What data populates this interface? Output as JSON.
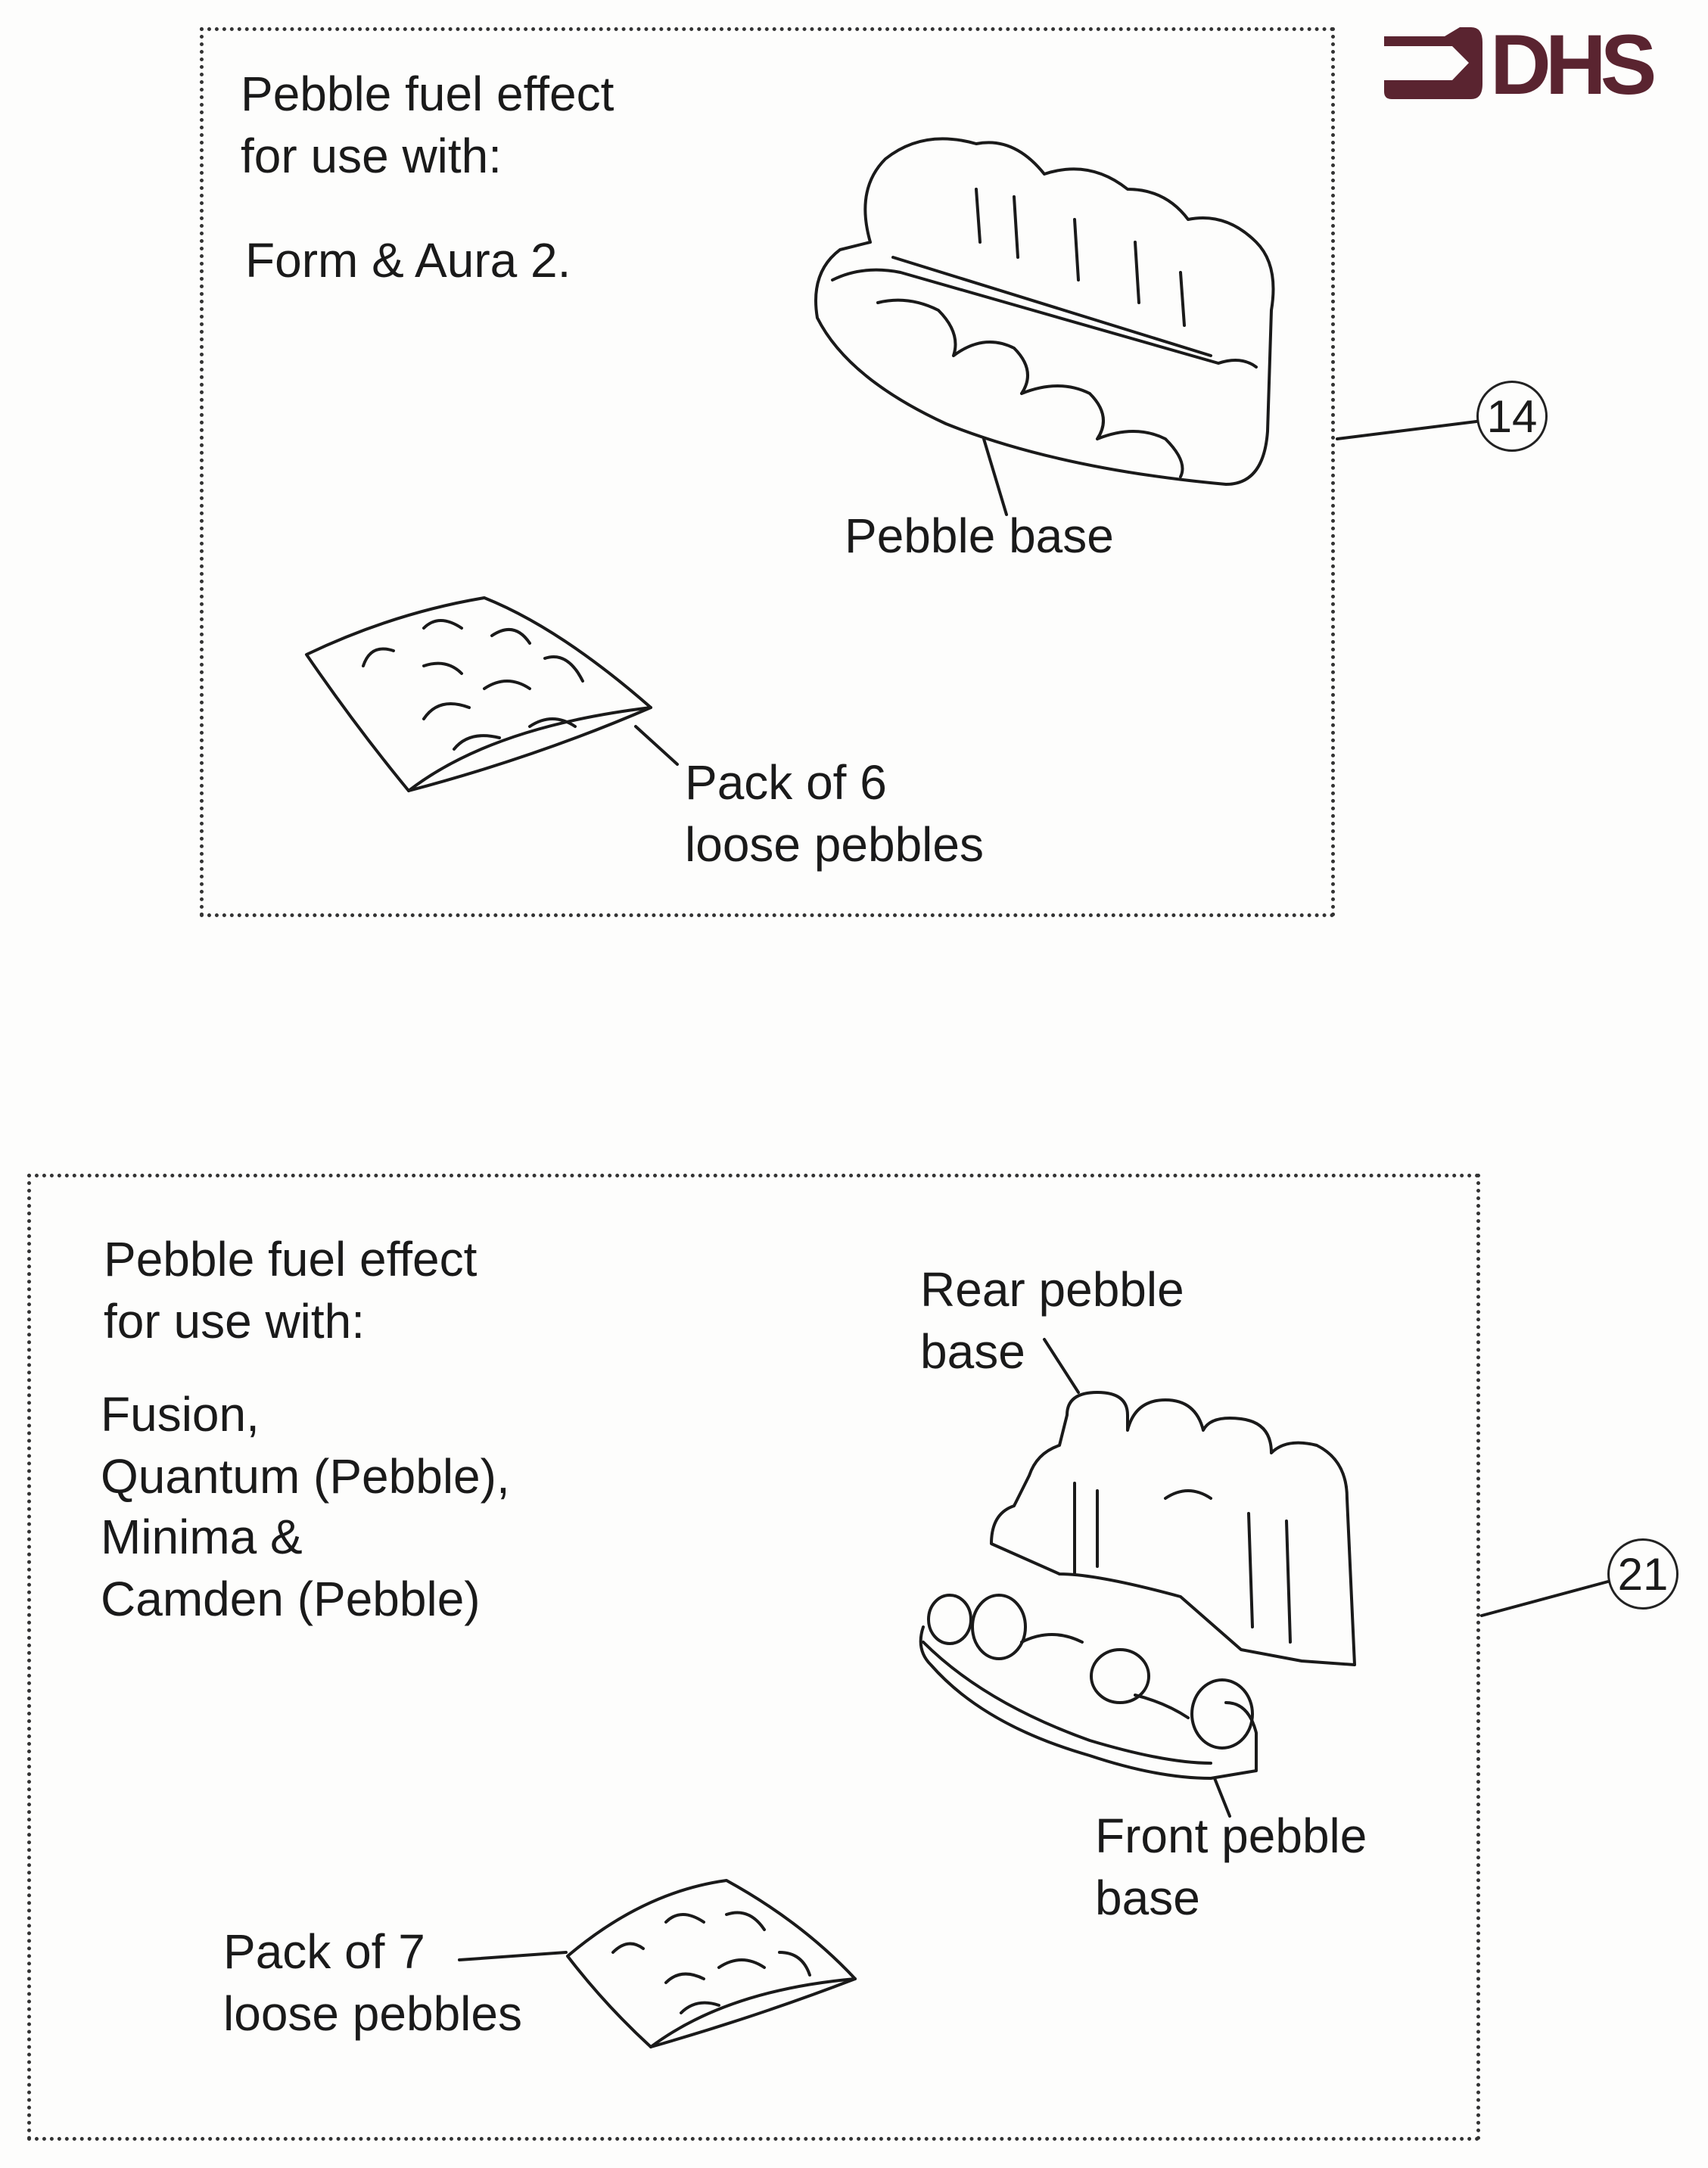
{
  "brand": {
    "logo_text": "DHS",
    "color": "#5a2430"
  },
  "panel_14": {
    "heading_line1": "Pebble fuel effect",
    "heading_line2": "for use with:",
    "models": [
      "Form & Aura 2."
    ],
    "label_base": "Pebble base",
    "label_pack_line1": "Pack of 6",
    "label_pack_line2": "loose pebbles",
    "callout": "14"
  },
  "panel_21": {
    "heading_line1": "Pebble fuel effect",
    "heading_line2": "for use with:",
    "models": [
      "Fusion,",
      "Quantum (Pebble),",
      "Minima &",
      "Camden (Pebble)"
    ],
    "label_rear_line1": "Rear pebble",
    "label_rear_line2": "base",
    "label_front_line1": "Front pebble",
    "label_front_line2": "base",
    "label_pack_line1": "Pack of 7",
    "label_pack_line2": "loose pebbles",
    "callout": "21"
  }
}
